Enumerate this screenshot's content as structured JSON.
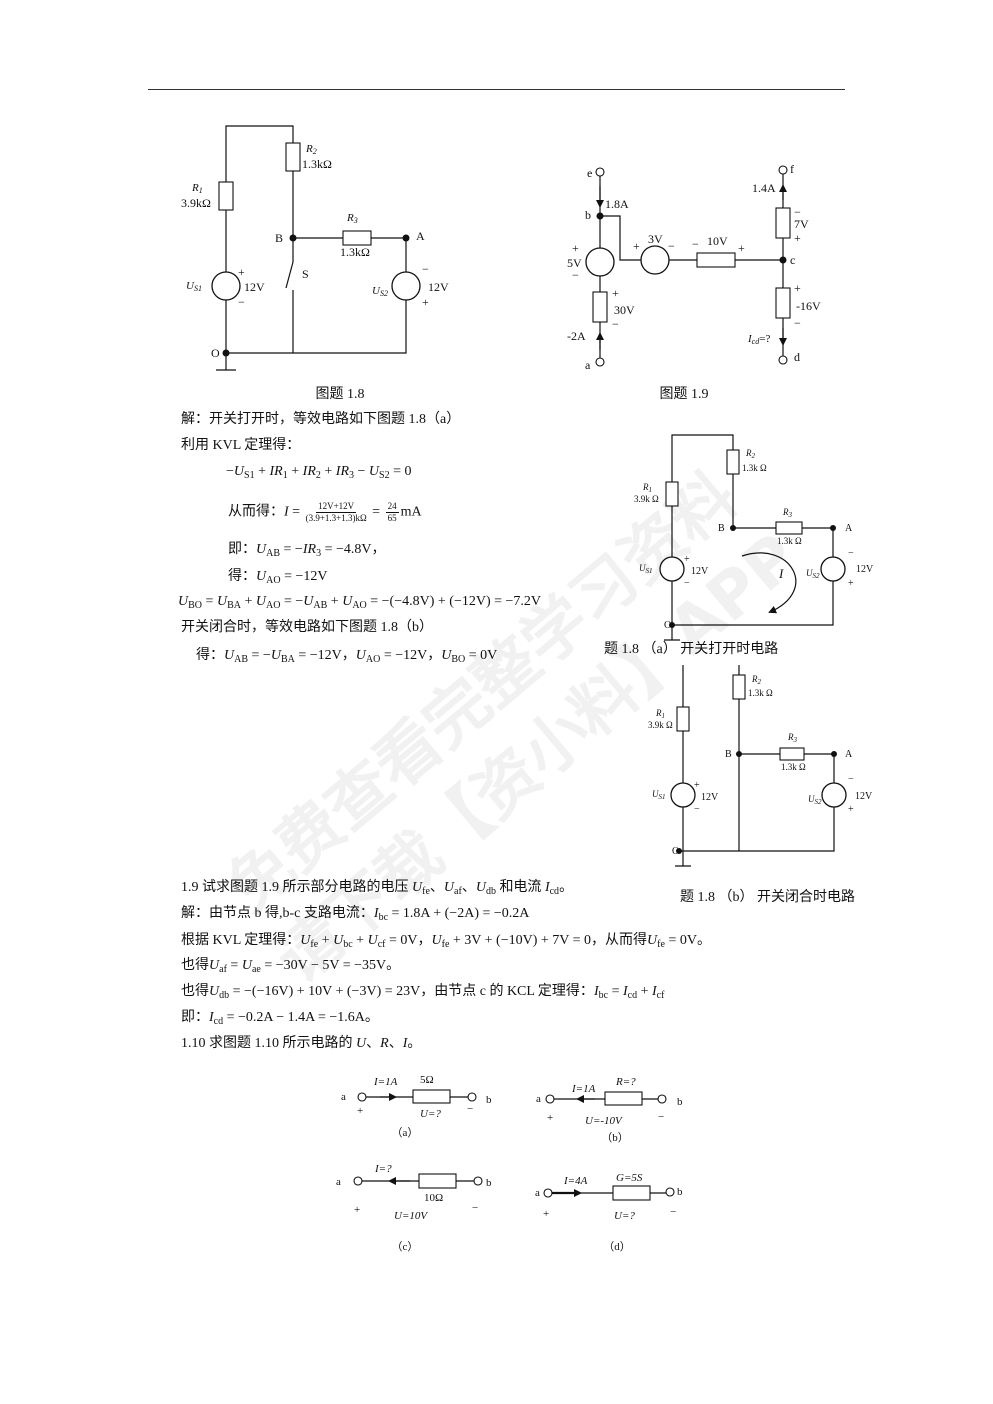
{
  "watermark": {
    "line1": "免费查看完整学习资料",
    "line2": "请下载【资小料】APP"
  },
  "fig18": {
    "R1": "R",
    "R1_sub": "1",
    "R1_val": "3.9kΩ",
    "R2": "R",
    "R2_sub": "2",
    "R2_val": "1.3kΩ",
    "R3": "R",
    "R3_sub": "3",
    "R3_val": "1.3kΩ",
    "Us1": "U",
    "Us1_sub": "S1",
    "Us1_val": "12V",
    "Us2": "U",
    "Us2_sub": "S2",
    "Us2_val": "12V",
    "B": "B",
    "A": "A",
    "S": "S",
    "O": "O",
    "plus": "+",
    "minus": "−",
    "caption": "图题 1.8"
  },
  "fig19": {
    "e": "e",
    "b": "b",
    "a": "a",
    "c": "c",
    "f": "f",
    "d": "d",
    "I_eb": "1.8A",
    "V_5": "5V",
    "V_30": "30V",
    "I_a": "-2A",
    "V_3": "3V",
    "V_10": "10V",
    "I_f": "1.4A",
    "V_7": "7V",
    "V_16": "-16V",
    "Icd": "I",
    "Icd_sub": "cd",
    "Icd_q": "=?",
    "plus": "+",
    "minus": "−",
    "caption": "图题 1.9"
  },
  "fig18a": {
    "R1": "R",
    "R1_sub": "1",
    "R1_val": "3.9k Ω",
    "R2": "R",
    "R2_sub": "2",
    "R2_val": "1.3k Ω",
    "R3": "R",
    "R3_sub": "3",
    "R3_val": "1.3k Ω",
    "Us1": "U",
    "Us1_sub": "S1",
    "Us1_val": "12V",
    "Us2": "U",
    "Us2_sub": "S2",
    "Us2_val": "12V",
    "B": "B",
    "A": "A",
    "O": "O",
    "I": "I",
    "plus": "+",
    "minus": "−",
    "caption": "题 1.8  （a）  开关打开时电路"
  },
  "fig18b": {
    "R1": "R",
    "R1_sub": "1",
    "R1_val": "3.9k Ω",
    "R2": "R",
    "R2_sub": "2",
    "R2_val": "1.3k Ω",
    "R3": "R",
    "R3_sub": "3",
    "R3_val": "1.3k Ω",
    "Us1": "U",
    "Us1_sub": "S1",
    "Us1_val": "12V",
    "Us2": "U",
    "Us2_sub": "S2",
    "Us2_val": "12V",
    "B": "B",
    "A": "A",
    "O": "O",
    "plus": "+",
    "minus": "−",
    "caption": "题 1.8  （b）  开关闭合时电路"
  },
  "fig110": {
    "a": {
      "I": "I=1A",
      "R": "5Ω",
      "U": "U=?",
      "label": "（a）"
    },
    "b": {
      "I": "I=1A",
      "R": "R=?",
      "U": "U=-10V",
      "label": "（b）"
    },
    "c": {
      "I": "I=?",
      "R": "10Ω",
      "U": "U=10V",
      "label": "（c）"
    },
    "d": {
      "I": "I=4A",
      "R": "G=5S",
      "U": "U=?",
      "label": "（d）"
    },
    "term_a": "a",
    "term_b": "b",
    "plus": "+",
    "minus": "−"
  },
  "text_lines": [
    [
      "解：开关打开时，等效电路如下图题 1.8（a）"
    ],
    [
      "利用 KVL 定理得："
    ],
    [
      "−",
      [
        "U",
        "S1"
      ],
      " + ",
      [
        "I"
      ],
      [
        "R",
        "1"
      ],
      " + ",
      [
        "I"
      ],
      [
        "R",
        "2"
      ],
      " + ",
      [
        "I"
      ],
      [
        "R",
        "3"
      ],
      " − ",
      [
        "U",
        "S2"
      ],
      " = 0"
    ],
    [
      "从而得：",
      [
        "I"
      ],
      " = ",
      {
        "frac": [
          "12V+12V",
          "(3.9+1.3+1.3)kΩ"
        ]
      },
      " = ",
      {
        "frac": [
          "24",
          "65"
        ]
      },
      "mA"
    ],
    [
      "即：",
      [
        "U",
        "AB"
      ],
      " = −",
      [
        "I"
      ],
      [
        "R",
        "3"
      ],
      " = −4.8V，"
    ],
    [
      "得：",
      [
        "U",
        "AO"
      ],
      " = −12V"
    ],
    [
      [
        "U",
        "BO"
      ],
      " = ",
      [
        "U",
        "BA"
      ],
      " + ",
      [
        "U",
        "AO"
      ],
      " = −",
      [
        "U",
        "AB"
      ],
      " + ",
      [
        "U",
        "AO"
      ],
      " = −(−4.8V) + (−12V) = −7.2V"
    ],
    [
      "开关闭合时，等效电路如下图题 1.8（b）"
    ],
    [
      "得：",
      [
        "U",
        "AB"
      ],
      " = −",
      [
        "U",
        "BA"
      ],
      " = −12V，",
      [
        "U",
        "AO"
      ],
      " = −12V，",
      [
        "U",
        "BO"
      ],
      " = 0V"
    ],
    [
      "1.9   试求图题 1.9 所示部分电路的电压 ",
      [
        "U",
        "fe"
      ],
      "、",
      [
        "U",
        "af"
      ],
      "、",
      [
        "U",
        "db"
      ],
      " 和电流 ",
      [
        "I",
        "cd"
      ],
      "。"
    ],
    [
      "解：由节点 b 得,b-c 支路电流：",
      [
        "I",
        "bc"
      ],
      " = 1.8A + (−2A) = −0.2A"
    ],
    [
      "根据 KVL 定理得：",
      [
        "U",
        "fe"
      ],
      " + ",
      [
        "U",
        "bc"
      ],
      " + ",
      [
        "U",
        "cf"
      ],
      " = 0V，",
      [
        "U",
        "fe"
      ],
      " + 3V + (−10V) + 7V = 0，从而得",
      [
        "U",
        "fe"
      ],
      " = 0V。"
    ],
    [
      "也得",
      [
        "U",
        "af"
      ],
      " = ",
      [
        "U",
        "ae"
      ],
      " = −30V − 5V = −35V。"
    ],
    [
      "也得",
      [
        "U",
        "db"
      ],
      " = −(−16V) + 10V + (−3V) = 23V，由节点 c 的 KCL 定理得：",
      [
        "I",
        "bc"
      ],
      " = ",
      [
        "I",
        "cd"
      ],
      " + ",
      [
        "I",
        "cf"
      ]
    ],
    [
      "即：",
      [
        "I",
        "cd"
      ],
      " = −0.2A − 1.4A = −1.6A。"
    ],
    [
      "1.10   求图题 1.10 所示电路的 ",
      [
        "U"
      ],
      "、",
      [
        "R"
      ],
      "、",
      [
        "I"
      ],
      "。"
    ]
  ]
}
